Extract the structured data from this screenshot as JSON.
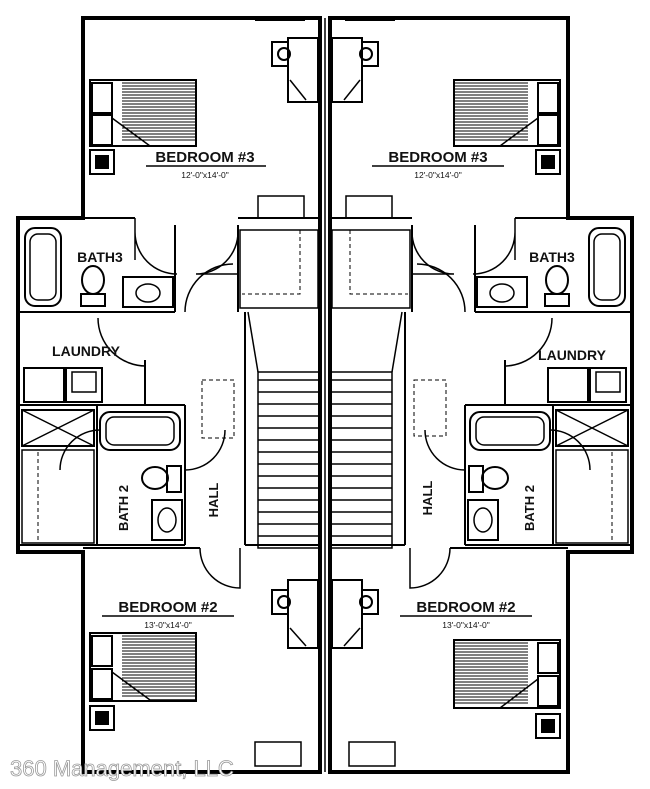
{
  "labels": {
    "bedroom3": "BEDROOM #3",
    "bedroom3_dim": "12'-0\"x14'-0\"",
    "bedroom2": "BEDROOM #2",
    "bedroom2_dim": "13'-0\"x14'-0\"",
    "bath3": "BATH3",
    "bath2": "BATH 2",
    "laundry": "LAUNDRY",
    "hall": "HALL"
  },
  "watermark": "360 Management, LLC"
}
